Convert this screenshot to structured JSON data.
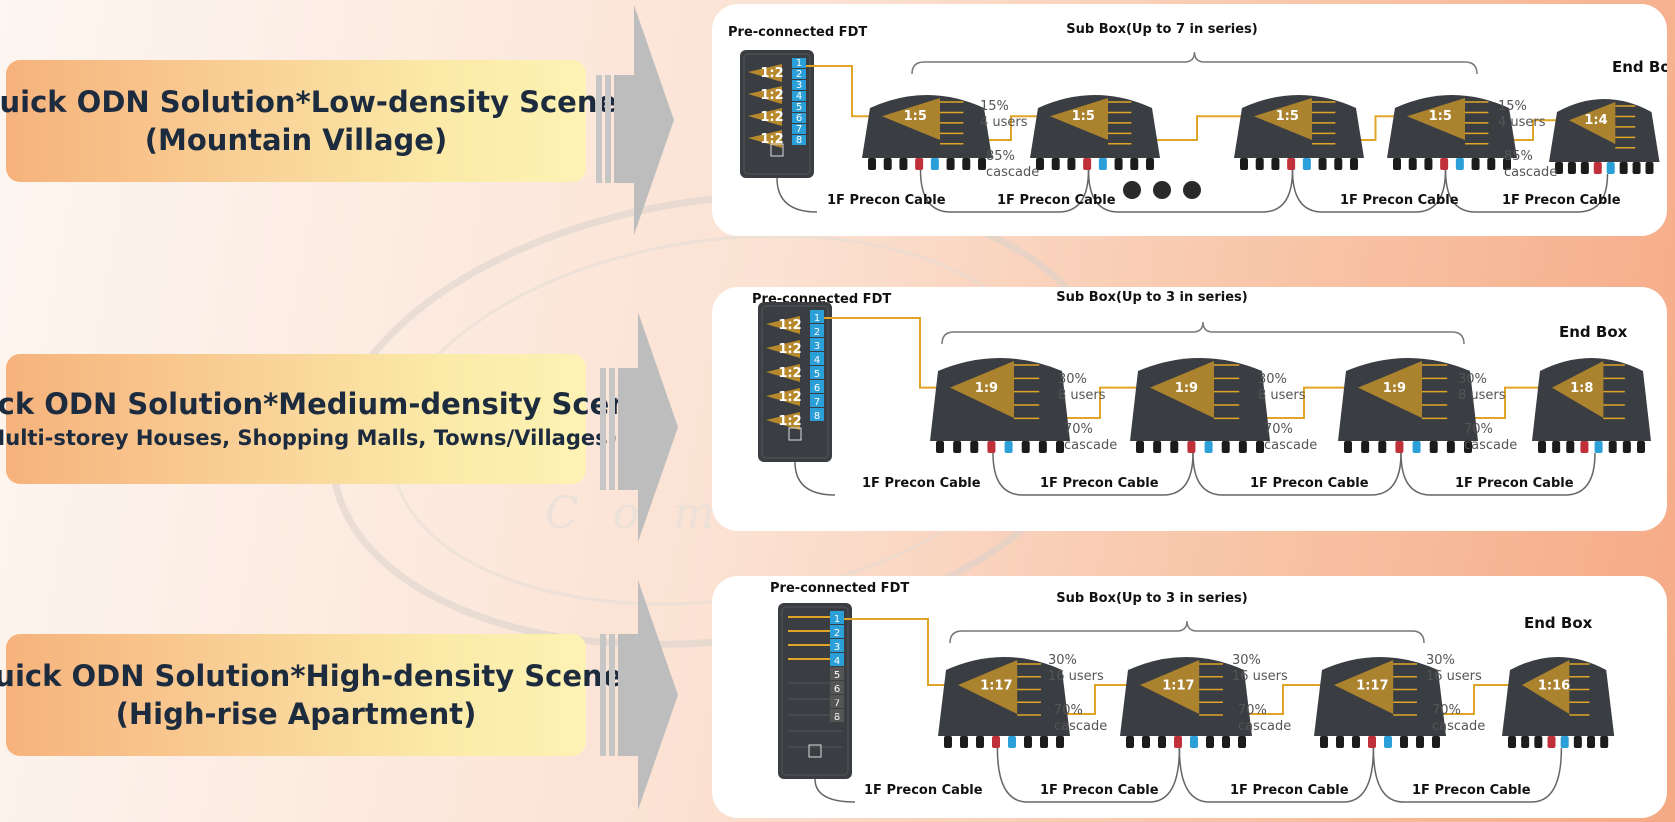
{
  "scenes": [
    {
      "title": "Quick ODN Solution*Low-density Scene",
      "subtitle": "(Mountain Village)",
      "fdt_label": "Pre-connected FDT",
      "fdt_splitters": [
        "1:2",
        "1:2",
        "1:2",
        "1:2"
      ],
      "fdt_ports": [
        "1",
        "2",
        "3",
        "4",
        "5",
        "6",
        "7",
        "8"
      ],
      "subbox_label": "Sub Box(Up to 7 in series)",
      "endbox_label": "End Box",
      "subbox_ratios": [
        "1:5",
        "1:5",
        "1:5",
        "1:5"
      ],
      "endbox_ratio": "1:4",
      "users_pct": "15%",
      "users_count": "4 users",
      "cascade_pct": "85%",
      "cascade_text": "cascade",
      "cable_label": "1F Precon Cable"
    },
    {
      "title": "Quick ODN Solution*Medium-density Scene",
      "subtitle": "(Multi-storey Houses, Shopping Malls, Towns/Villages)",
      "fdt_label": "Pre-connected FDT",
      "fdt_splitters": [
        "1:2",
        "1:2",
        "1:2",
        "1:2",
        "1:2"
      ],
      "fdt_ports": [
        "1",
        "2",
        "3",
        "4",
        "5",
        "6",
        "7",
        "8"
      ],
      "subbox_label": "Sub Box(Up to 3 in series)",
      "endbox_label": "End Box",
      "subbox_ratios": [
        "1:9",
        "1:9",
        "1:9"
      ],
      "endbox_ratio": "1:8",
      "users_pct": "30%",
      "users_count": "8 users",
      "cascade_pct": "70%",
      "cascade_text": "cascade",
      "cable_label": "1F Precon Cable"
    },
    {
      "title": "Quick ODN Solution*High-density Scene",
      "subtitle": "(High-rise Apartment)",
      "fdt_label": "Pre-connected FDT",
      "fdt_splitters": [],
      "fdt_ports": [
        "1",
        "2",
        "3",
        "4",
        "5",
        "6",
        "7",
        "8"
      ],
      "subbox_label": "Sub Box(Up to 3 in series)",
      "endbox_label": "End Box",
      "subbox_ratios": [
        "1:17",
        "1:17",
        "1:17"
      ],
      "endbox_ratio": "1:16",
      "users_pct": "30%",
      "users_count": "16 users",
      "cascade_pct": "70%",
      "cascade_text": "cascade",
      "cable_label": "1F Precon Cable"
    }
  ],
  "watermark_text": "Communication",
  "colors": {
    "fiber": "#e0a526",
    "port_blue": "#2b9fd8",
    "box_dark": "#3a3d42",
    "label_bg_start": "#f6b27c",
    "label_bg_end": "#fdf3b4",
    "arrow": "#c0c0c0"
  }
}
